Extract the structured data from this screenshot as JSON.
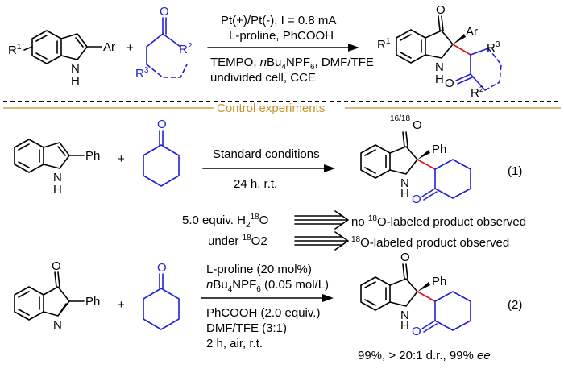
{
  "general_reaction": {
    "indole_labels": {
      "r1": "R",
      "r1_sup": "1",
      "ar": "Ar",
      "nh": "N",
      "h": "H"
    },
    "ketone_labels": {
      "o": "O",
      "r2": "R",
      "r2_sup": "2",
      "r3": "R",
      "r3_sup": "3"
    },
    "plus": "+",
    "conditions_above": [
      "Pt(+)/Pt(-), I = 0.8 mA",
      "L-proline, PhCOOH"
    ],
    "conditions_below": [
      "TEMPO, nBu4NPF6, DMF/TFE",
      "undivided cell, CCE"
    ],
    "product_labels": {
      "o": "O",
      "ar": "Ar",
      "r1": "R",
      "r1_sup": "1",
      "nh": "N",
      "h": "H",
      "r3": "R",
      "r3_sup": "3",
      "o2": "O",
      "r2": "R",
      "r2_sup": "2"
    }
  },
  "section_title": "Control experiments",
  "colors": {
    "ketone": "#1f1fd8",
    "new_bond": "#e0141c",
    "divider": "#d4a14c"
  },
  "experiment_1": {
    "reactant_labels": {
      "ph": "Ph",
      "n": "N",
      "h": "H"
    },
    "ketone_o": "O",
    "plus": "+",
    "condition_above": "Standard conditions",
    "condition_below": "24 h, r.t.",
    "product_o": "O",
    "product_o_sup": "16/18",
    "product_ph": "Ph",
    "product_n": "N",
    "product_h": "H",
    "product_o2": "O",
    "number": "(1)",
    "isotope_rows": [
      {
        "condition": "5.0 equiv. H",
        "sub": "2",
        "sup": "18",
        "tail": "O",
        "result_prefix": "no ",
        "result_sup": "18",
        "result": "O-labeled product observed"
      },
      {
        "condition": "under ",
        "sub": "",
        "sup": "18",
        "tail": "O2",
        "result_prefix": "",
        "result_sup": "18",
        "result": "O-labeled product observed"
      }
    ]
  },
  "experiment_2": {
    "reactant_labels": {
      "o": "O",
      "ph": "Ph",
      "n": "N"
    },
    "ketone_o": "O",
    "plus": "+",
    "conditions_above": [
      "L-proline (20 mol%)",
      "nBu4NPF6 (0.05 mol/L)"
    ],
    "conditions_below": [
      "PhCOOH (2.0 equiv.)",
      "DMF/TFE (3:1)",
      "2 h, air, r.t."
    ],
    "product_o": "O",
    "product_ph": "Ph",
    "product_n": "N",
    "product_h": "H",
    "product_o2": "O",
    "number": "(2)",
    "result_text": "99%, > 20:1 d.r., 99% ",
    "result_ee": "ee"
  }
}
